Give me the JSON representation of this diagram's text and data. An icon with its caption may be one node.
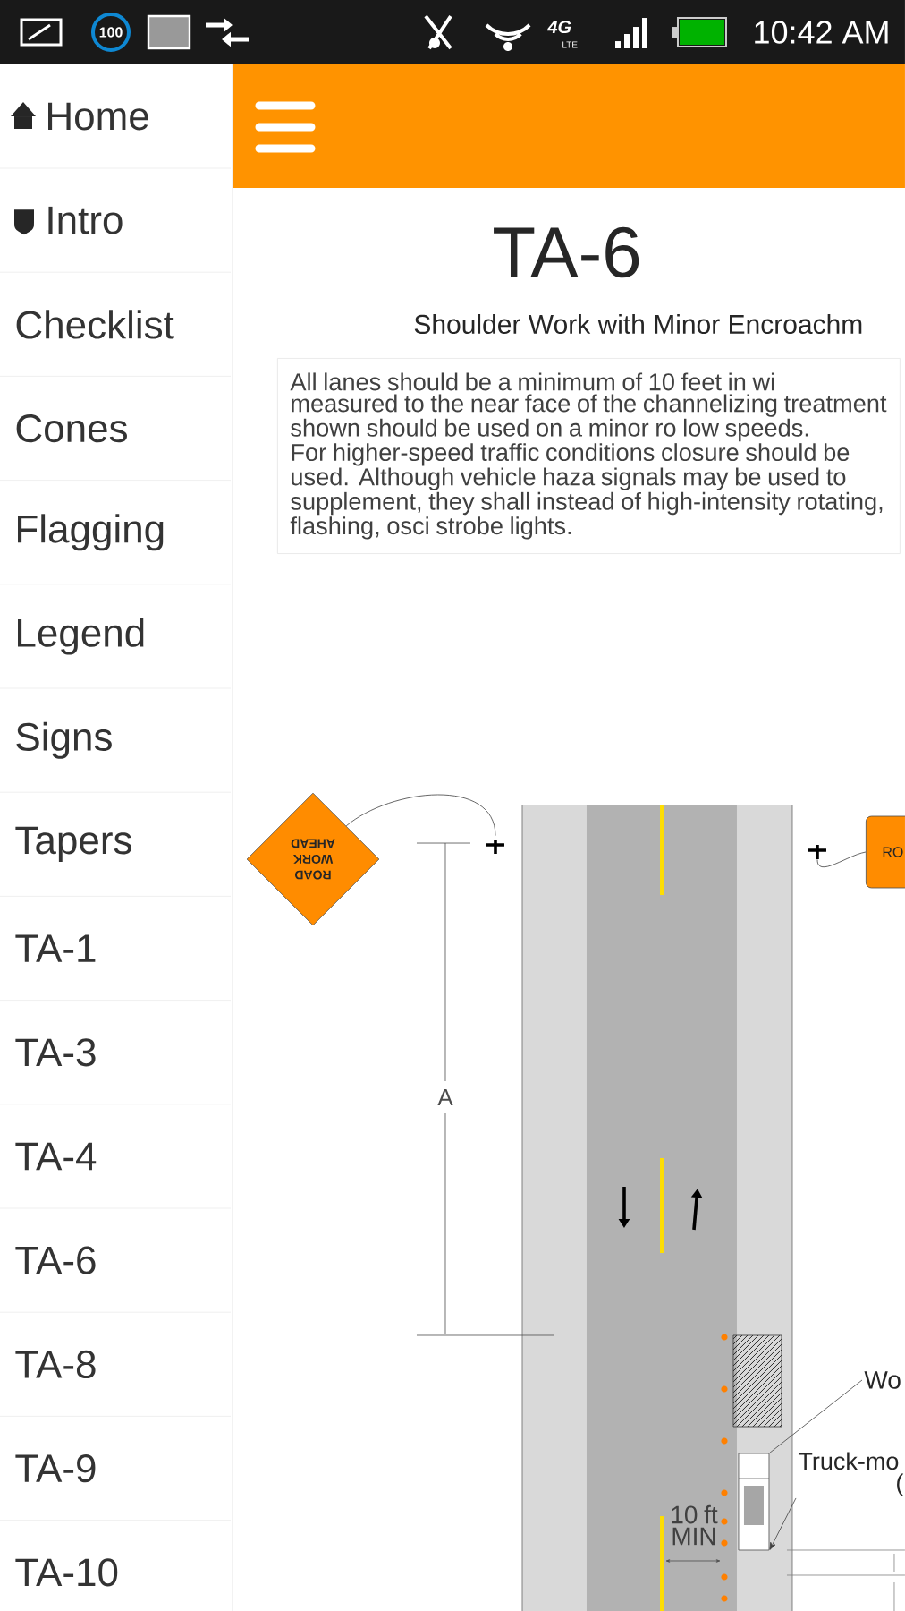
{
  "diagram": {
    "title": "TA-6",
    "nodes": [
      {
        "text": [
          "Home"
        ]
      },
      {
        "text": [
          "Intro"
        ]
      },
      {
        "text": [
          "Checklist"
        ]
      },
      {
        "text": [
          "Cones"
        ]
      },
      {
        "text": [
          "Flagging"
        ]
      },
      {
        "text": [
          "Legend"
        ]
      },
      {
        "text": [
          "Signs"
        ]
      },
      {
        "text": [
          "Tapers"
        ]
      },
      {
        "text": [
          "TA-1"
        ]
      },
      {
        "text": [
          "TA-3"
        ]
      },
      {
        "text": [
          "TA-4"
        ]
      },
      {
        "text": [
          "TA-6"
        ]
      },
      {
        "text": [
          "TA-8"
        ]
      },
      {
        "text": [
          "TA-9"
        ]
      },
      {
        "text": [
          "TA-10"
        ]
      },
      {
        "text": [
          "All lanes should be a minimum of 10 feet in wi measured to the near face of the channelizing treatment shown should be used on a minor ro low speeds. For higher-speed traffic conditions closure should be used. Although vehicle haza signals may be used to supplement, they shall instead of high-intensity rotating, flashing, osci strobe lights."
        ]
      },
      {
        "text": [
          "ROAD WORK AHEAD"
        ]
      },
      {
        "text": [],
        "shape": "cross"
      },
      {
        "text": [],
        "shape": "cross"
      },
      {
        "text": [
          "RO"
        ]
      },
      {
        "text": [],
        "shape": "box"
      },
      {
        "text": [],
        "shape": "picture"
      },
      {
        "text": [
          "Wo"
        ]
      },
      {
        "text": [
          "Truck-mo",
          "("
        ]
      }
    ],
    "edges": [
      {
        "from": 16,
        "to": 17,
        "arrow": "none"
      },
      {
        "from": 19,
        "to": 18,
        "arrow": "none"
      },
      {
        "from": 22,
        "to": 21,
        "arrow": "none"
      },
      {
        "from": 23,
        "to": 21,
        "arrow": "to"
      }
    ],
    "labels": [
      "100",
      "4G",
      "LTE",
      "10:42 AM",
      "Shoulder Work with Minor Encroachm",
      "A",
      "10 ft MIN"
    ]
  }
}
